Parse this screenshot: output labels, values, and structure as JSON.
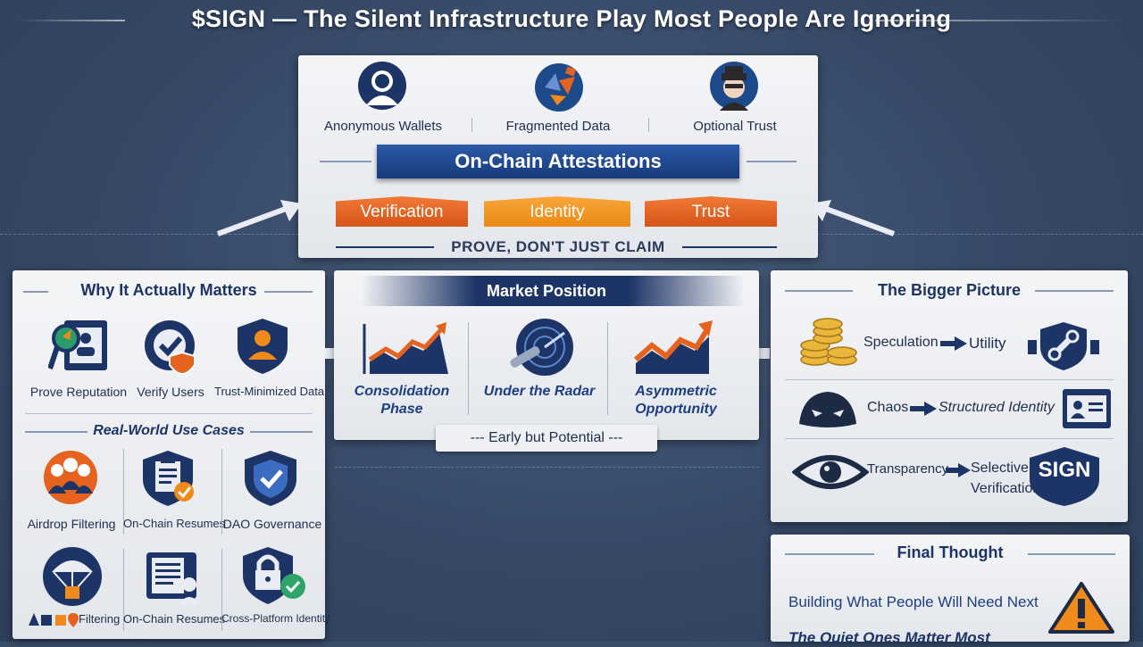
{
  "title": "$SIGN — The Silent Infrastructure Play Most People Are Ignoring",
  "top": {
    "items": [
      "Anonymous Wallets",
      "Fragmented Data",
      "Optional Trust"
    ],
    "banner": "On-Chain Attestations",
    "tags": [
      "Verification",
      "Identity",
      "Trust"
    ],
    "footer": "PROVE, DON'T JUST CLAIM"
  },
  "why": {
    "title": "Why It Actually Matters",
    "items": [
      "Prove Reputation",
      "Verify Users",
      "Trust-Minimized Data"
    ],
    "use_cases_title": "Real-World Use Cases",
    "use_cases_row1": [
      "Airdrop Filtering",
      "On-Chain Resumes",
      "DAO Governance"
    ],
    "use_cases_row2": [
      "Filtering",
      "On-Chain Resumes",
      "Cross-Platform Identity"
    ]
  },
  "market": {
    "title": "Market Position",
    "items": [
      {
        "line1": "Consolidation",
        "line2": "Phase"
      },
      {
        "line1": "Under the Radar",
        "line2": ""
      },
      {
        "line1": "Asymmetric",
        "line2": "Opportunity"
      }
    ],
    "footer": "--- Early but Potential ---"
  },
  "bigger": {
    "title": "The Bigger Picture",
    "rows": [
      {
        "from": "Speculation",
        "to": "Utility"
      },
      {
        "from": "Chaos",
        "to": "Structured Identity"
      },
      {
        "from": "Transparency",
        "to": "Selective",
        "to2": "Verification"
      }
    ],
    "badge": "SIGN"
  },
  "final": {
    "title": "Final Thought",
    "line1": "Building What People Will Need Next",
    "line2": "The Quiet Ones Matter Most"
  },
  "colors": {
    "navy": "#1d3466",
    "orange": "#e5631f",
    "amber": "#f08a1a",
    "background": "#3a4d6b"
  }
}
